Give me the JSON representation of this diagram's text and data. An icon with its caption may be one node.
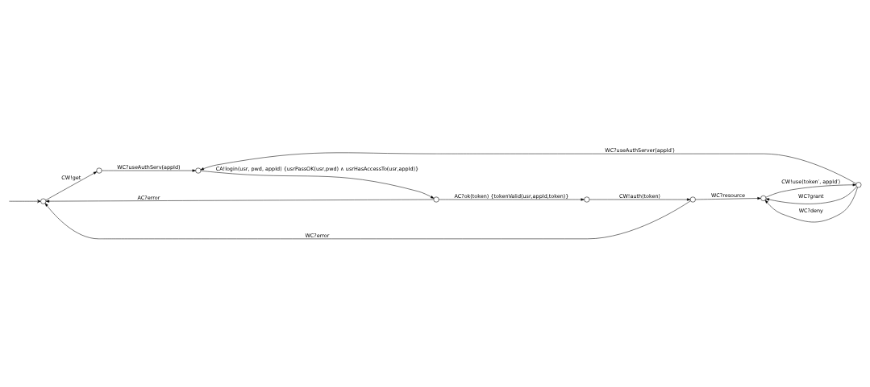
{
  "diagram": {
    "nodes": [
      {
        "text": [],
        "shape": "circle"
      },
      {
        "text": [],
        "shape": "circle"
      },
      {
        "text": [],
        "shape": "circle"
      },
      {
        "text": [],
        "shape": "circle"
      },
      {
        "text": [],
        "shape": "circle"
      },
      {
        "text": [],
        "shape": "circle"
      },
      {
        "text": [],
        "shape": "circle"
      },
      {
        "text": [],
        "shape": "circle"
      }
    ],
    "edges": [
      {
        "from": null,
        "to": 0,
        "arrow": "to"
      },
      {
        "from": 0,
        "to": 1,
        "arrow": "to",
        "label": "CW!get"
      },
      {
        "from": 1,
        "to": 4,
        "arrow": "to",
        "label": "WC?useAuthServ(appId)"
      },
      {
        "from": 4,
        "to": 3,
        "arrow": "to",
        "label": "CA!login⟨usr, pwd, appId⟩ {usrPassOK(usr,pwd) ∧ usrHasAccessTo(usr,appId)}"
      },
      {
        "from": 3,
        "to": 0,
        "arrow": "to",
        "label": "AC?error"
      },
      {
        "from": 3,
        "to": 2,
        "arrow": "to",
        "label": "AC?ok(token) {tokenValid(usr,appId,token)}"
      },
      {
        "from": 2,
        "to": 5,
        "arrow": "to",
        "label": "CW!auth⟨token⟩"
      },
      {
        "from": 5,
        "to": 0,
        "arrow": "to",
        "label": "WC?error"
      },
      {
        "from": 5,
        "to": 6,
        "arrow": "to",
        "label": "WC?resource"
      },
      {
        "from": 6,
        "to": 7,
        "arrow": "to",
        "label": "CW!use⟨token′, appId′⟩"
      },
      {
        "from": 7,
        "to": 6,
        "arrow": "to",
        "label": "WC?grant"
      },
      {
        "from": 7,
        "to": 6,
        "arrow": "to",
        "label": "WC?deny"
      },
      {
        "from": 7,
        "to": 4,
        "arrow": "to",
        "label": "WC?useAuthServer(appId′)"
      }
    ]
  }
}
